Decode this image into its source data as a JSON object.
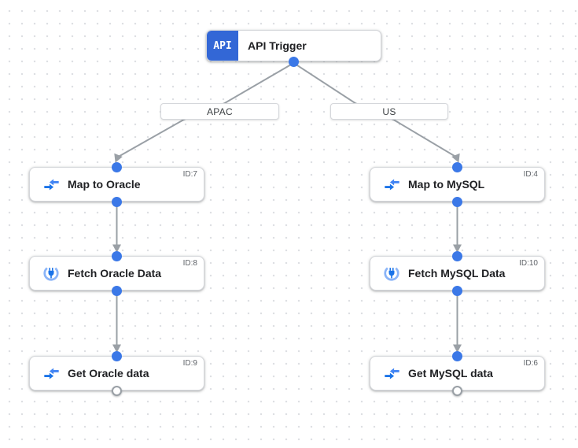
{
  "colors": {
    "accent_blue": "#3b78e7",
    "badge_blue": "#3367d6",
    "icon_blue": "#4285f4",
    "icon_dark_blue": "#1a73e8",
    "connector_ring": "#8ab4f8",
    "edge_gray": "#9aa0a6",
    "id_text_gray": "#5f6368",
    "title_black": "#202124"
  },
  "trigger": {
    "badge": "API",
    "label": "API Trigger"
  },
  "branches": {
    "left": {
      "label": "APAC"
    },
    "right": {
      "label": "US"
    }
  },
  "columns": {
    "left": {
      "tasks": [
        {
          "label": "Map to Oracle",
          "id": "ID:7",
          "icon": "data-mapping-icon"
        },
        {
          "label": "Fetch Oracle Data",
          "id": "ID:8",
          "icon": "connector-icon"
        },
        {
          "label": "Get Oracle data",
          "id": "ID:9",
          "icon": "data-mapping-icon"
        }
      ]
    },
    "right": {
      "tasks": [
        {
          "label": "Map to MySQL",
          "id": "ID:4",
          "icon": "data-mapping-icon"
        },
        {
          "label": "Fetch MySQL Data",
          "id": "ID:10",
          "icon": "connector-icon"
        },
        {
          "label": "Get MySQL data",
          "id": "ID:6",
          "icon": "data-mapping-icon"
        }
      ]
    }
  }
}
